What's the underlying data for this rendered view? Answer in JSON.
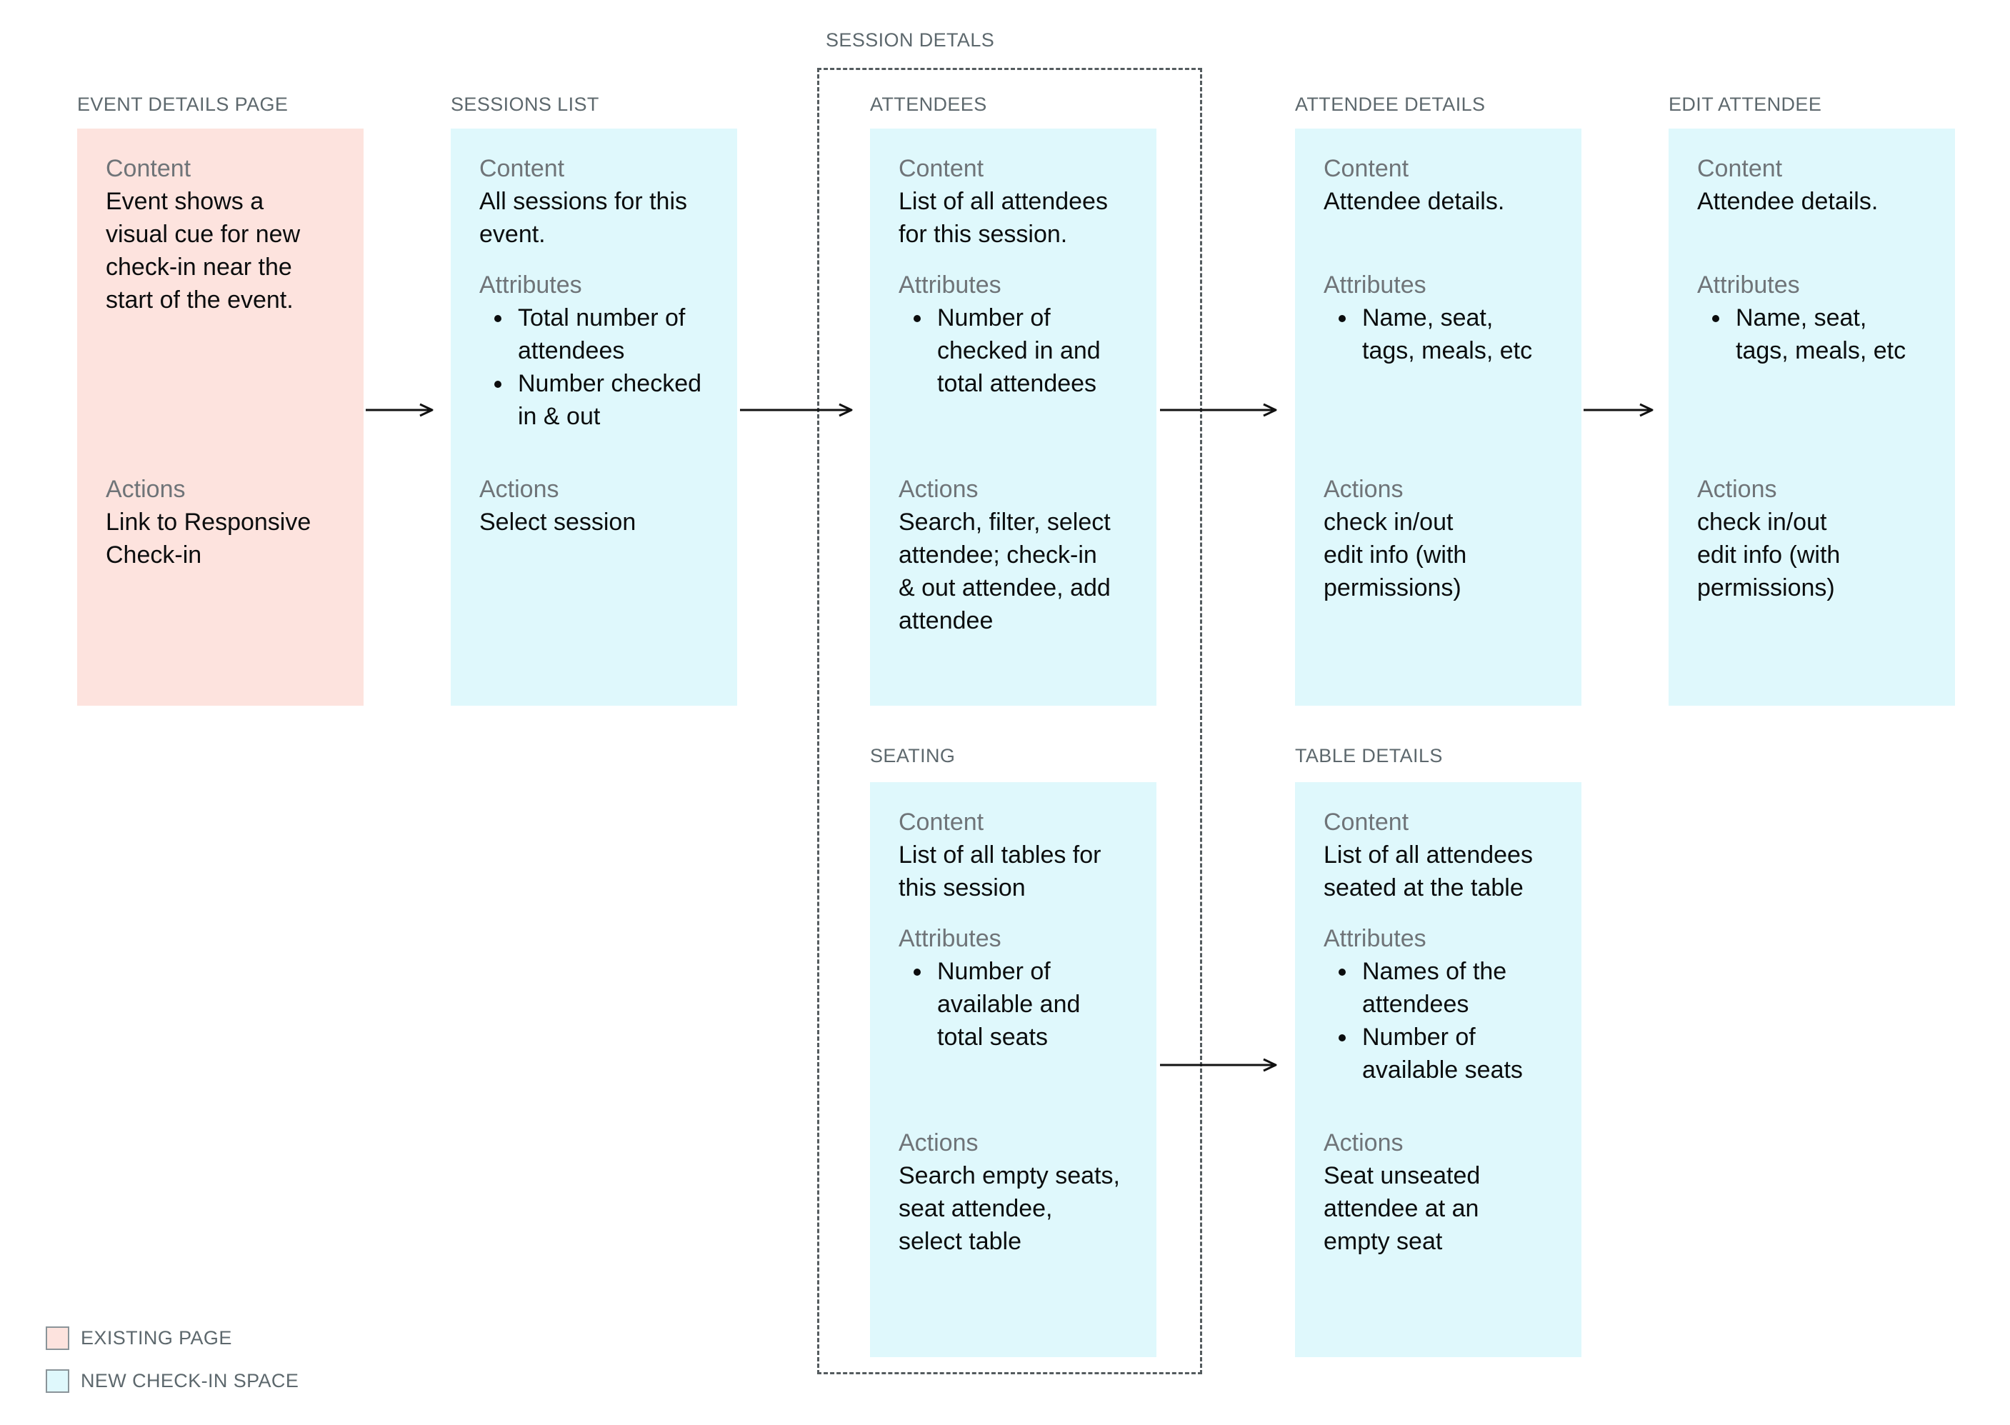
{
  "group": {
    "label": "SESSION DETALS"
  },
  "section_labels": {
    "content": "Content",
    "attributes": "Attributes",
    "actions": "Actions"
  },
  "cards": [
    {
      "header": "EVENT DETAILS PAGE",
      "style": "existing",
      "content": "Event shows a\nvisual cue for new\ncheck-in near the\nstart of the event.",
      "actions": "Link to Responsive\nCheck-in"
    },
    {
      "header": "SESSIONS LIST",
      "style": "new",
      "content": "All sessions for this\nevent.",
      "attributes": [
        "Total number of\nattendees",
        "Number checked\nin & out"
      ],
      "actions": "Select session"
    },
    {
      "header": "ATTENDEES",
      "style": "new",
      "content": "List of all attendees\nfor this session.",
      "attributes": [
        "Number of\nchecked in and\ntotal attendees"
      ],
      "actions": "Search, filter, select\nattendee; check-in\n& out attendee, add\nattendee"
    },
    {
      "header": "ATTENDEE DETAILS",
      "style": "new",
      "content": "Attendee details.",
      "attributes": [
        "Name, seat,\ntags, meals, etc"
      ],
      "actions": "check in/out\nedit info (with\npermissions)"
    },
    {
      "header": "EDIT ATTENDEE",
      "style": "new",
      "content": "Attendee details.",
      "attributes": [
        "Name, seat,\ntags, meals, etc"
      ],
      "actions": "check in/out\nedit info (with\npermissions)"
    },
    {
      "header": "SEATING",
      "style": "new",
      "content": "List of all tables for\nthis session",
      "attributes": [
        "Number of\navailable and\ntotal seats"
      ],
      "actions": "Search empty seats,\nseat attendee,\nselect table"
    },
    {
      "header": "TABLE DETAILS",
      "style": "new",
      "content": "List of all attendees\nseated at the table",
      "attributes": [
        "Names of the\nattendees",
        "Number of\navailable seats"
      ],
      "actions": "Seat unseated\nattendee at an\nempty seat"
    }
  ],
  "legend": [
    {
      "label": "EXISTING PAGE",
      "swatch": "existing"
    },
    {
      "label": "NEW CHECK-IN SPACE",
      "swatch": "new"
    }
  ],
  "colors": {
    "existing_page": "#fde3de",
    "new_checkin_space": "#dff8fc",
    "header_text": "#5d686d",
    "label_text": "#6f7478",
    "body_text": "#0b0d0e",
    "arrow": "#111111",
    "dashed_border": "#545b5e",
    "swatch_border": "#8a9499",
    "background": "#ffffff"
  }
}
